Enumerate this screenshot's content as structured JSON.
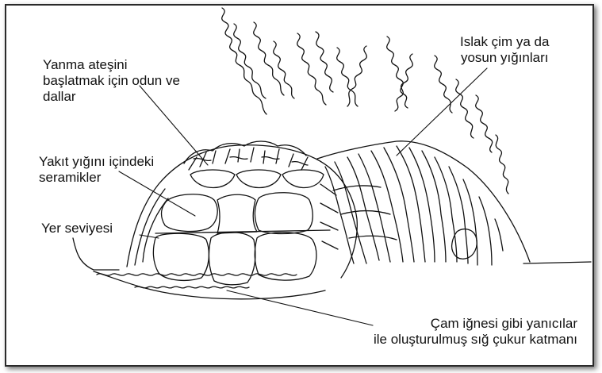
{
  "labels": {
    "wood": "Yanma ateşini\nbaşlatmak için odun ve\ndallar",
    "ceramics": "Yakıt yığını içindeki\nseramikler",
    "ground": "Yer seviyesi",
    "grass": "Islak çim ya da\nyosun yığınları",
    "pit": "Çam iğnesi gibi yanıcılar\nile oluşturulmuş sığ çukur katmanı"
  },
  "colors": {
    "ink": "#111111",
    "frame": "#2a2a2a",
    "background": "#ffffff"
  }
}
